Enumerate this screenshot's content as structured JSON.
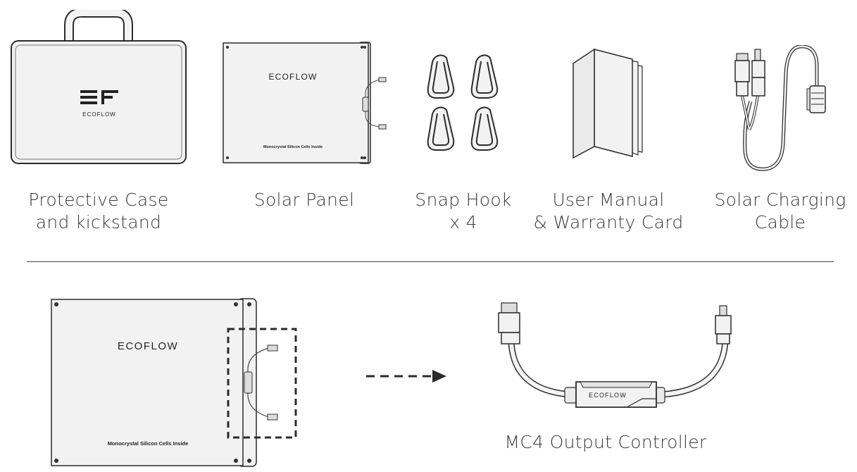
{
  "brand": "ECOFLOW",
  "panel_print": "Monocrystal Silicon Cells Inside",
  "items": [
    {
      "line1": "Protective Case",
      "line2": "and kickstand"
    },
    {
      "line1": "Solar Panel",
      "line2": ""
    },
    {
      "line1": "Snap Hook",
      "line2": "x 4"
    },
    {
      "line1": "User Manual",
      "line2": "& Warranty Card"
    },
    {
      "line1": "Solar Charging",
      "line2": "Cable"
    }
  ],
  "detail_caption": "MC4 Output Controller",
  "colors": {
    "line": "#2b2b2b",
    "fill": "#f2f2f2",
    "divider": "#444444"
  }
}
